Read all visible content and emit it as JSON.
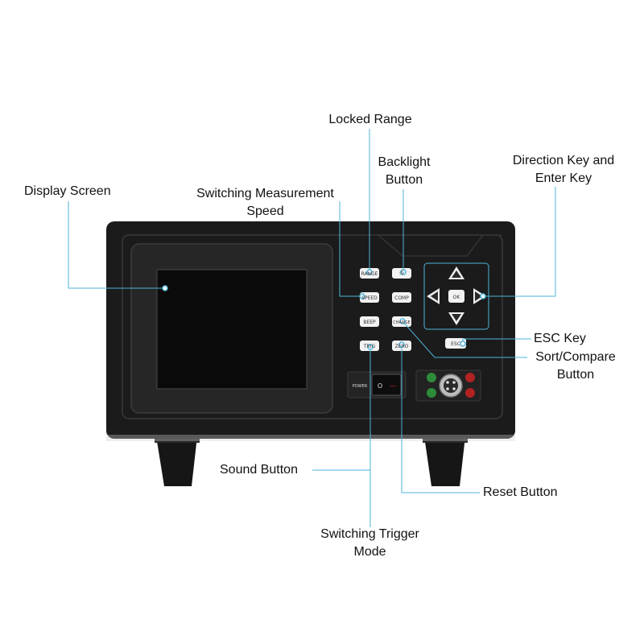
{
  "callouts": {
    "locked_range": "Locked Range",
    "backlight_line1": "Backlight",
    "backlight_line2": "Button",
    "direction_line1": "Direction Key and",
    "direction_line2": "Enter Key",
    "display_screen": "Display Screen",
    "switch_speed_line1": "Switching Measurement",
    "switch_speed_line2": "Speed",
    "esc_key": "ESC Key",
    "sort_compare_line1": "Sort/Compare",
    "sort_compare_line2": "Button",
    "sound_button": "Sound Button",
    "reset_button": "Reset Button",
    "trigger_line1": "Switching Trigger",
    "trigger_line2": "Mode"
  },
  "device": {
    "keys": {
      "range": "RANGE",
      "backlight": "☼",
      "speed": "SPEED",
      "comp": "COMP",
      "beep": "BEEP",
      "change": "CHANGE",
      "trig": "TRIG",
      "zero": "ZERO",
      "ok": "OK",
      "esc": "ESC"
    },
    "power_label": "POWER",
    "switch_on": "O",
    "switch_off": "—"
  },
  "colors": {
    "callout_line": "#4fb3d9",
    "device_body": "#1b1b1b",
    "screen": "#0a0a0a",
    "key_face": "#f2f2f2"
  }
}
